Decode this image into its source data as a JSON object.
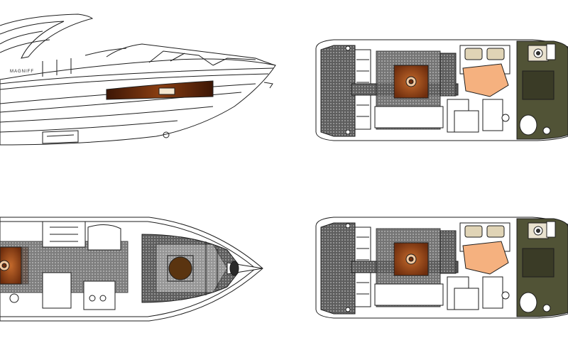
{
  "hull_branding": "MAGNIFF",
  "colors": {
    "outline": "#1e1e1e",
    "hull_fill": "#ffffff",
    "non_skid_deck": "#6a6a6a",
    "wood_table": "#7a3310",
    "wood_table_light": "#c46a2c",
    "cabin_olive": "#515336",
    "cabin_olive_dark": "#3a3b26",
    "berth_beige": "#e0d4b6",
    "berth_peach": "#f5b17f",
    "hull_window": "#5a2508"
  },
  "views": [
    {
      "id": "side-profile",
      "kind": "profile"
    },
    {
      "id": "deck-plan-upper",
      "kind": "plan"
    },
    {
      "id": "deck-plan-bow",
      "kind": "plan"
    },
    {
      "id": "deck-plan-lower",
      "kind": "plan"
    }
  ]
}
